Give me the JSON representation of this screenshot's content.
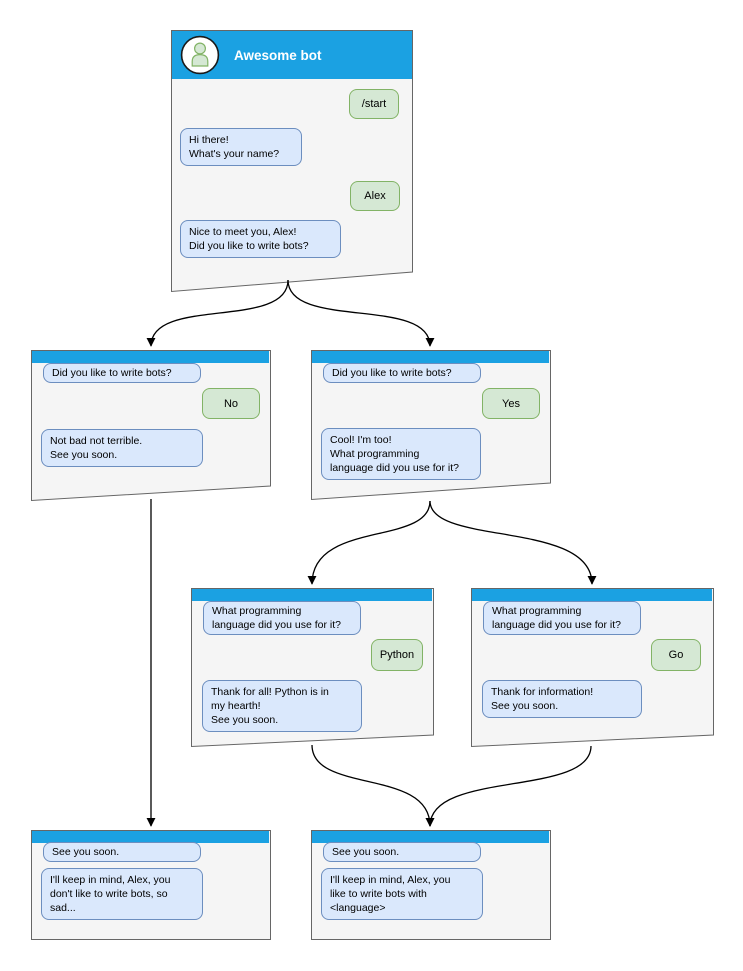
{
  "diagram": {
    "main_window": {
      "title": "Awesome bot",
      "messages": [
        {
          "from": "user",
          "text": "/start"
        },
        {
          "from": "bot",
          "text": "Hi there!\nWhat's your name?"
        },
        {
          "from": "user",
          "text": "Alex"
        },
        {
          "from": "bot",
          "text": "Nice to meet you, Alex!\nDid you like to write bots?"
        }
      ]
    },
    "branch_no": {
      "messages": [
        {
          "from": "bot",
          "text": "Did you like to write bots?"
        },
        {
          "from": "user",
          "text": "No"
        },
        {
          "from": "bot",
          "text": "Not bad not terrible.\nSee you soon."
        }
      ]
    },
    "branch_yes": {
      "messages": [
        {
          "from": "bot",
          "text": "Did you like to write bots?"
        },
        {
          "from": "user",
          "text": "Yes"
        },
        {
          "from": "bot",
          "text": "Cool! I'm too!\nWhat programming\nlanguage did you use for it?"
        }
      ]
    },
    "branch_python": {
      "messages": [
        {
          "from": "bot",
          "text": "What programming\nlanguage did you use for it?"
        },
        {
          "from": "user",
          "text": "Python"
        },
        {
          "from": "bot",
          "text": "Thank for all! Python is in\nmy hearth!\nSee you soon."
        }
      ]
    },
    "branch_go": {
      "messages": [
        {
          "from": "bot",
          "text": "What programming\nlanguage did you use for it?"
        },
        {
          "from": "user",
          "text": "Go"
        },
        {
          "from": "bot",
          "text": "Thank for information!\nSee you soon."
        }
      ]
    },
    "end_no": {
      "messages": [
        {
          "from": "bot",
          "text": "See you soon."
        },
        {
          "from": "bot",
          "text": "I'll keep in mind, Alex, you\ndon't like to write bots, so\nsad..."
        }
      ]
    },
    "end_yes": {
      "messages": [
        {
          "from": "bot",
          "text": "See you soon."
        },
        {
          "from": "bot",
          "text": "I'll keep in mind, Alex, you\nlike to write bots with\n<language>"
        }
      ]
    },
    "colors": {
      "header_blue": "#1BA1E2",
      "window_fill": "#F5F5F5",
      "window_border": "#666666",
      "bot_bubble_fill": "#DAE8FC",
      "bot_bubble_border": "#6C8EBF",
      "user_bubble_fill": "#D5E8D4",
      "user_bubble_border": "#82B366",
      "connector": "#000000"
    }
  }
}
